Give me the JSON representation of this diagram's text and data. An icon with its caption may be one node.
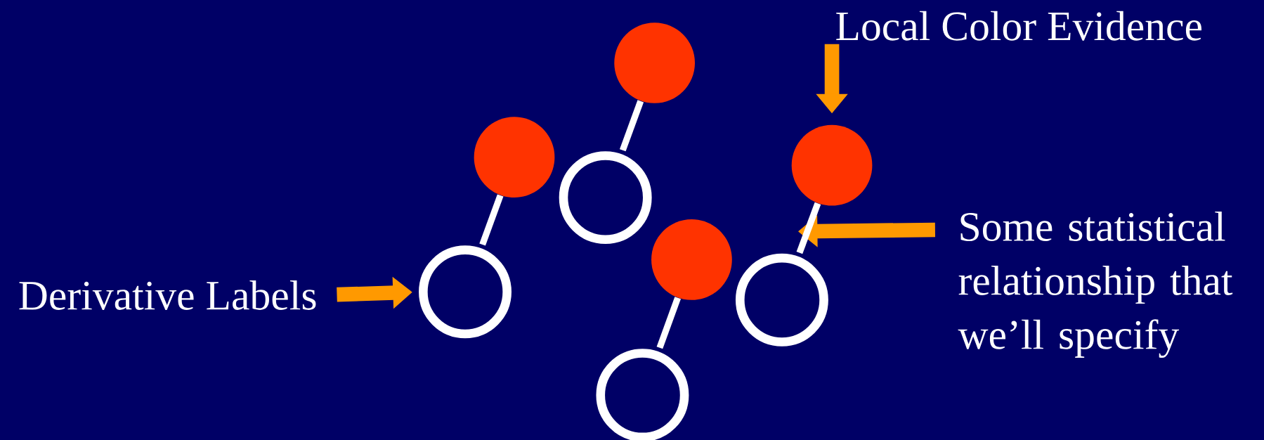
{
  "diagram": {
    "nodes": [
      {
        "text": [
          "Local Color Evidence"
        ]
      },
      {
        "text": [
          "Some statistical relationship that we’ll specify"
        ]
      },
      {
        "text": [
          "Derivative Labels"
        ]
      },
      {
        "text": [],
        "shape": "dot"
      },
      {
        "text": [],
        "shape": "dot"
      },
      {
        "text": [],
        "shape": "dot"
      },
      {
        "text": [],
        "shape": "dot"
      },
      {
        "text": [],
        "shape": "circle"
      },
      {
        "text": [],
        "shape": "circle"
      },
      {
        "text": [],
        "shape": "circle"
      },
      {
        "text": [],
        "shape": "circle"
      }
    ],
    "edges": [
      {
        "from": 0,
        "to": 6,
        "arrow": "to",
        "style": "thick",
        "color": "#ff9900"
      },
      {
        "from": 1,
        "to": null,
        "arrow": "to",
        "style": "thick",
        "color": "#ff9900"
      },
      {
        "from": 2,
        "to": 7,
        "arrow": "to",
        "style": "thick",
        "color": "#ff9900"
      },
      {
        "from": 3,
        "to": 7,
        "arrow": "none"
      },
      {
        "from": 4,
        "to": 8,
        "arrow": "none"
      },
      {
        "from": 5,
        "to": 9,
        "arrow": "none"
      },
      {
        "from": 6,
        "to": 10,
        "arrow": "none"
      }
    ]
  }
}
